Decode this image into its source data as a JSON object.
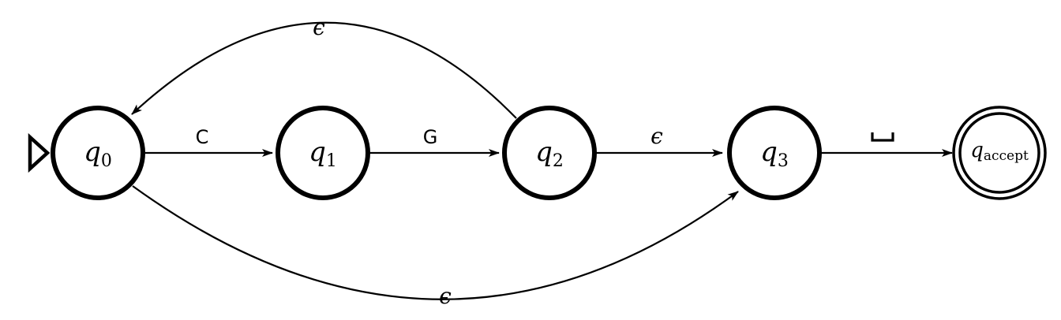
{
  "states": [
    {
      "id": "q0",
      "base": "q",
      "sub": "0",
      "start": true,
      "accept": false
    },
    {
      "id": "q1",
      "base": "q",
      "sub": "1",
      "start": false,
      "accept": false
    },
    {
      "id": "q2",
      "base": "q",
      "sub": "2",
      "start": false,
      "accept": false
    },
    {
      "id": "q3",
      "base": "q",
      "sub": "3",
      "start": false,
      "accept": false
    },
    {
      "id": "q_accept",
      "base": "q",
      "sub": "accept",
      "start": false,
      "accept": true
    }
  ],
  "transitions": [
    {
      "from": "q0",
      "to": "q1",
      "label": "C"
    },
    {
      "from": "q1",
      "to": "q2",
      "label": "G"
    },
    {
      "from": "q2",
      "to": "q3",
      "label": "ϵ"
    },
    {
      "from": "q3",
      "to": "q_accept",
      "label": "␣",
      "symbol": "blank-symbol"
    },
    {
      "from": "q2",
      "to": "q0",
      "label": "ϵ"
    },
    {
      "from": "q0",
      "to": "q3",
      "label": "ϵ"
    }
  ],
  "colors": {
    "stroke": "#000000",
    "fill": "#ffffff"
  }
}
